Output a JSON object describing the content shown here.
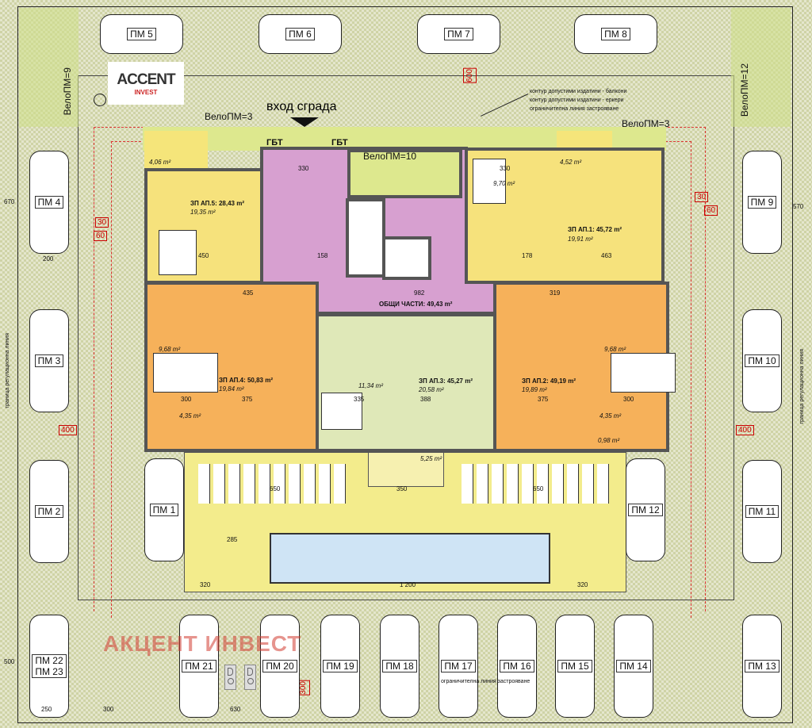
{
  "logo": {
    "text": "ACCENT",
    "sub": "INVEST"
  },
  "watermark": "АКЦЕНТ ИНВЕСТ",
  "entrance": "вход сграда",
  "bike": {
    "left": "ВелоПМ=3",
    "center": "ВелоПМ=10",
    "right": "ВелоПМ=3",
    "west": "ВелоПМ=9",
    "east": "ВелоПМ=12"
  },
  "gbt": "ГБТ",
  "legend": [
    "контур допустими издатини - балкони",
    "контур допустими издатини - еркери",
    "ограничителна линия застрояване"
  ],
  "regulation_line": "граница регулационна линия",
  "build_limit": "ограничителна линия застрояване",
  "parking": {
    "top": [
      "ПМ 5",
      "ПМ 6",
      "ПМ 7",
      "ПМ 8"
    ],
    "left": [
      "ПМ 4",
      "ПМ 3",
      "ПМ 2"
    ],
    "right": [
      "ПМ 9",
      "ПМ 10",
      "ПМ 11"
    ],
    "inner": [
      "ПМ 1",
      "ПМ 12"
    ],
    "bottom": [
      "ПМ 22\nПМ 23",
      "ПМ 21",
      "ПМ 20",
      "ПМ 19",
      "ПМ 18",
      "ПМ 17",
      "ПМ 16",
      "ПМ 15",
      "ПМ 14",
      "ПМ 13"
    ]
  },
  "apartments": {
    "ap5": {
      "label": "ЗП АП.5: 28,43 m²",
      "living": "19,35 m²",
      "terrace": "4,06 m²"
    },
    "ap1": {
      "label": "ЗП АП.1: 45,72 m²",
      "living": "19,91 m²",
      "bedroom": "9,70 m²",
      "terrace": "4,52 m²"
    },
    "ap4": {
      "label": "ЗП АП.4: 50,83 m²",
      "living": "19,84 m²",
      "bedroom": "9,68 m²",
      "terrace": "4,35 m²"
    },
    "ap3": {
      "label": "ЗП АП.3: 45,27 m²",
      "living": "20,58 m²",
      "bedroom": "11,34 m²"
    },
    "ap2": {
      "label": "ЗП АП.2: 49,19 m²",
      "living": "19,89 m²",
      "bedroom": "9,68 m²",
      "terrace": "4,35 m²",
      "balcony": "0,98 m²"
    },
    "common": "ОБЩИ ЧАСТИ: 49,43 m²",
    "yard": "5,25 m²"
  },
  "dimensions": {
    "d330": "330",
    "d450": "450",
    "d158": "158",
    "d463": "463",
    "d178": "178",
    "d435": "435",
    "d982": "982",
    "d319": "319",
    "d300": "300",
    "d375": "375",
    "d335": "335",
    "d388": "388",
    "d650": "650",
    "d350": "350",
    "d1200": "1 200",
    "d320": "320",
    "d285": "285",
    "d630": "630",
    "d250": "250",
    "d670": "670",
    "d570": "570",
    "d200": "200",
    "d500": "500"
  },
  "tags": {
    "t600": "600",
    "t30": "30",
    "t60": "60",
    "t400": "400",
    "t300": "300"
  }
}
